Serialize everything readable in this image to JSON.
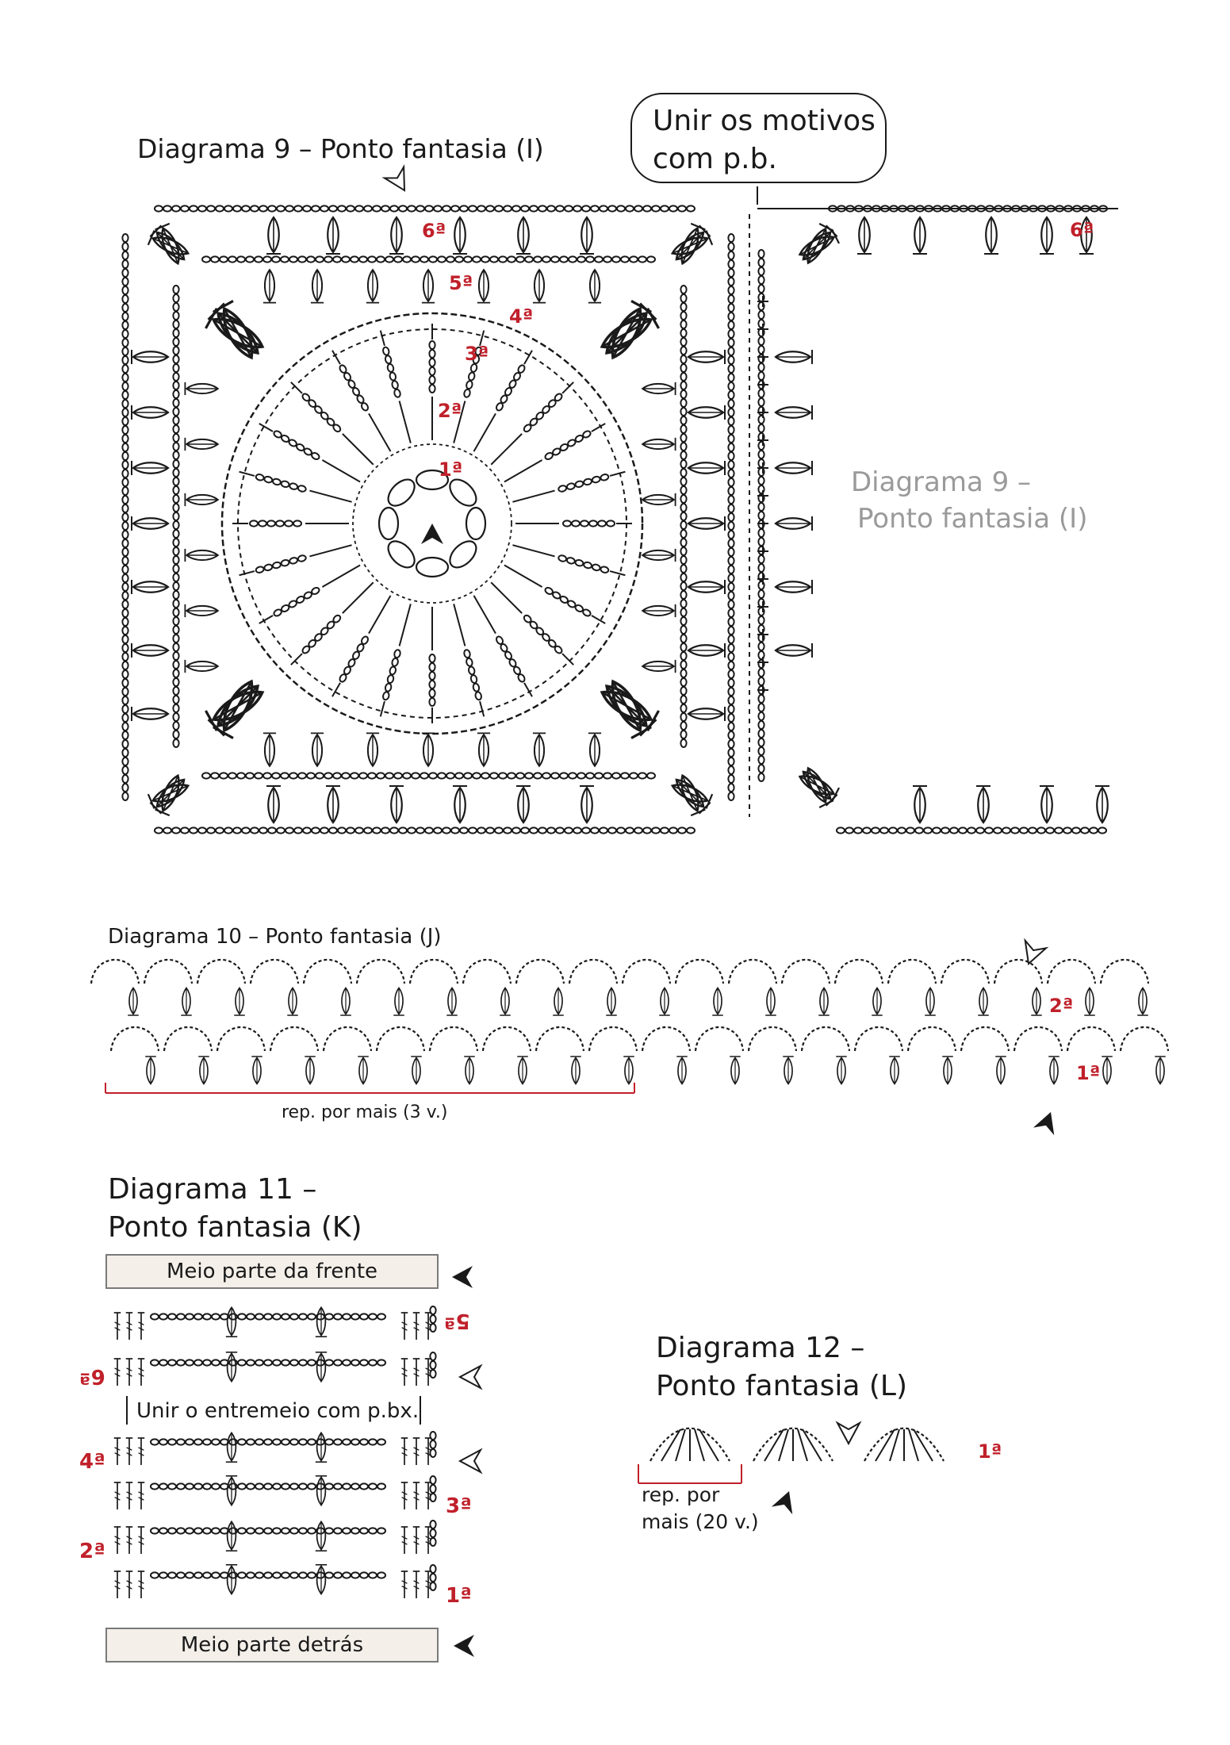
{
  "diagram9": {
    "title": "Diagrama 9 – Ponto fantasia (I)",
    "callout_line1": "Unir os motivos",
    "callout_line2": "com p.b.",
    "ghost_line1": "Diagrama 9 –",
    "ghost_line2": "Ponto fantasia (I)",
    "rows": [
      "1ª",
      "2ª",
      "3ª",
      "4ª",
      "5ª",
      "6ª"
    ],
    "row_right": "6ª"
  },
  "diagram10": {
    "title": "Diagrama 10 – Ponto fantasia (J)",
    "row1": "1ª",
    "row2": "2ª",
    "repeat": "rep. por mais (3 v.)"
  },
  "diagram11": {
    "title_line1": "Diagrama 11 –",
    "title_line2": "Ponto fantasia (K)",
    "front_bar": "Meio parte da frente",
    "back_bar": "Meio parte detrás",
    "join": "Unir o entremeio com p.bx.",
    "rows": [
      "1ª",
      "2ª",
      "3ª",
      "4ª",
      "5ª",
      "6ª"
    ]
  },
  "diagram12": {
    "title_line1": "Diagrama 12 –",
    "title_line2": "Ponto fantasia (L)",
    "row1": "1ª",
    "repeat_line1": "rep. por",
    "repeat_line2": "mais (20 v.)"
  },
  "colors": {
    "ink": "#1a1a1a",
    "row_number": "#c0202a",
    "repeat_bracket": "#c0202a",
    "ghost_text": "#9a9a9a",
    "bar_fill": "#f4efe9"
  }
}
